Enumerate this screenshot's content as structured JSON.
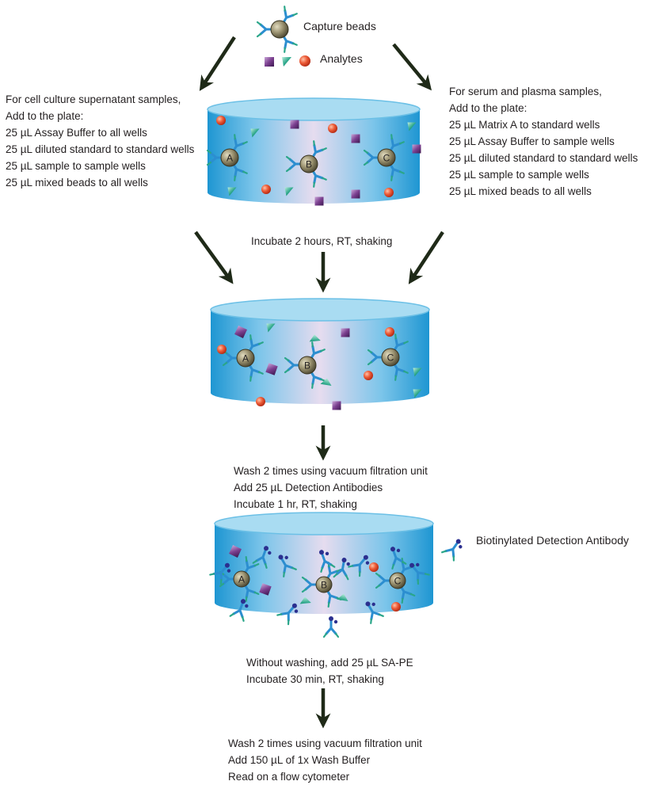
{
  "legend": {
    "capture_beads": "Capture beads",
    "analytes": "Analytes",
    "detection_antibody": "Biotinylated Detection Antibody"
  },
  "left_panel": {
    "lines": [
      "For cell culture supernatant samples,",
      "Add to the plate:",
      "25 µL Assay Buffer to all wells",
      "25 µL diluted standard to standard wells",
      "25 µL sample to sample wells",
      "25 µL mixed beads to all wells"
    ]
  },
  "right_panel": {
    "lines": [
      "For serum and plasma samples,",
      "Add to the plate:",
      "25 µL Matrix A to standard wells",
      "25 µL Assay Buffer to sample wells",
      "25 µL diluted standard to standard wells",
      "25 µL sample to sample wells",
      "25 µL mixed beads to all wells"
    ]
  },
  "steps": {
    "step1": "Incubate 2 hours, RT, shaking",
    "step2": [
      "Wash 2 times using vacuum filtration unit",
      "Add 25 µL Detection Antibodies",
      "Incubate 1 hr, RT, shaking"
    ],
    "step3": [
      "Without washing, add 25 µL SA-PE",
      "Incubate 30 min, RT, shaking"
    ],
    "step4": [
      "Wash 2 times using vacuum filtration unit",
      "Add 150 µL of 1x Wash Buffer",
      "Read on a flow cytometer"
    ]
  },
  "beads": {
    "a": "A",
    "b": "B",
    "c": "C"
  },
  "colors": {
    "well_side": "#2aa3d8",
    "well_top": "#a9dcf2",
    "bead": "#8b8360",
    "antibody": "#2c8ed0",
    "analyte_square": "#7b3f8f",
    "analyte_triangle": "#2aa689",
    "analyte_circle": "#e8462c",
    "biotin": "#2b2f8f",
    "arrow": "#1f2a18"
  }
}
